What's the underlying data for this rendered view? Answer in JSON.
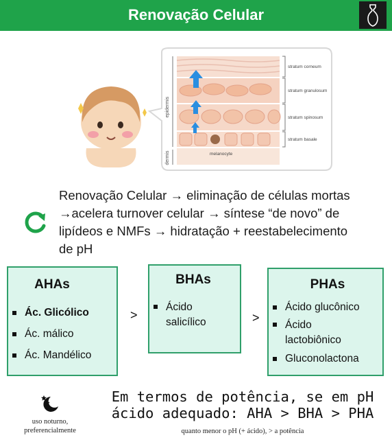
{
  "header": {
    "title": "Renovação Celular",
    "logo": "vase-silhouette",
    "bg_color": "#1fa34a"
  },
  "figure": {
    "layers": [
      "stratum corneum",
      "stratum granulosum",
      "stratum spinosum",
      "stratum basale"
    ],
    "side_labels": [
      "epidermis",
      "dermis"
    ],
    "cell_label": "melanocyte"
  },
  "summary": {
    "icon": "cycle-arrow-icon",
    "lines": [
      "Renovação Celular → eliminação de células mortas",
      "→acelera turnover celular → síntese “de novo” de",
      "lipídeos e NMFs → hidratação + reestabelecimento",
      "de pH"
    ]
  },
  "boxes": {
    "aha": {
      "title": "AHAs",
      "items": [
        "Ác. Glicólico",
        "Ác. málico",
        "Ác. Mandélico"
      ]
    },
    "bha": {
      "title": "BHAs",
      "items": [
        "Ácido salicílico"
      ]
    },
    "pha": {
      "title": "PHAs",
      "items": [
        "Ácido glucônico",
        "Ácido lactobiônico",
        "Gluconolactona"
      ]
    },
    "separator": ">",
    "box_color": "#dcf5ec",
    "border_color": "#2f9f6a"
  },
  "night": {
    "icon": "moon-stars-icon",
    "line1": "uso noturno,",
    "line2": "preferencialmente"
  },
  "potency": {
    "line1": "Em termos de potência, se em pH",
    "line2": "ácido adequado: AHA > BHA > PHA",
    "note": "quanto menor o pH (+ ácido), > a potência"
  }
}
